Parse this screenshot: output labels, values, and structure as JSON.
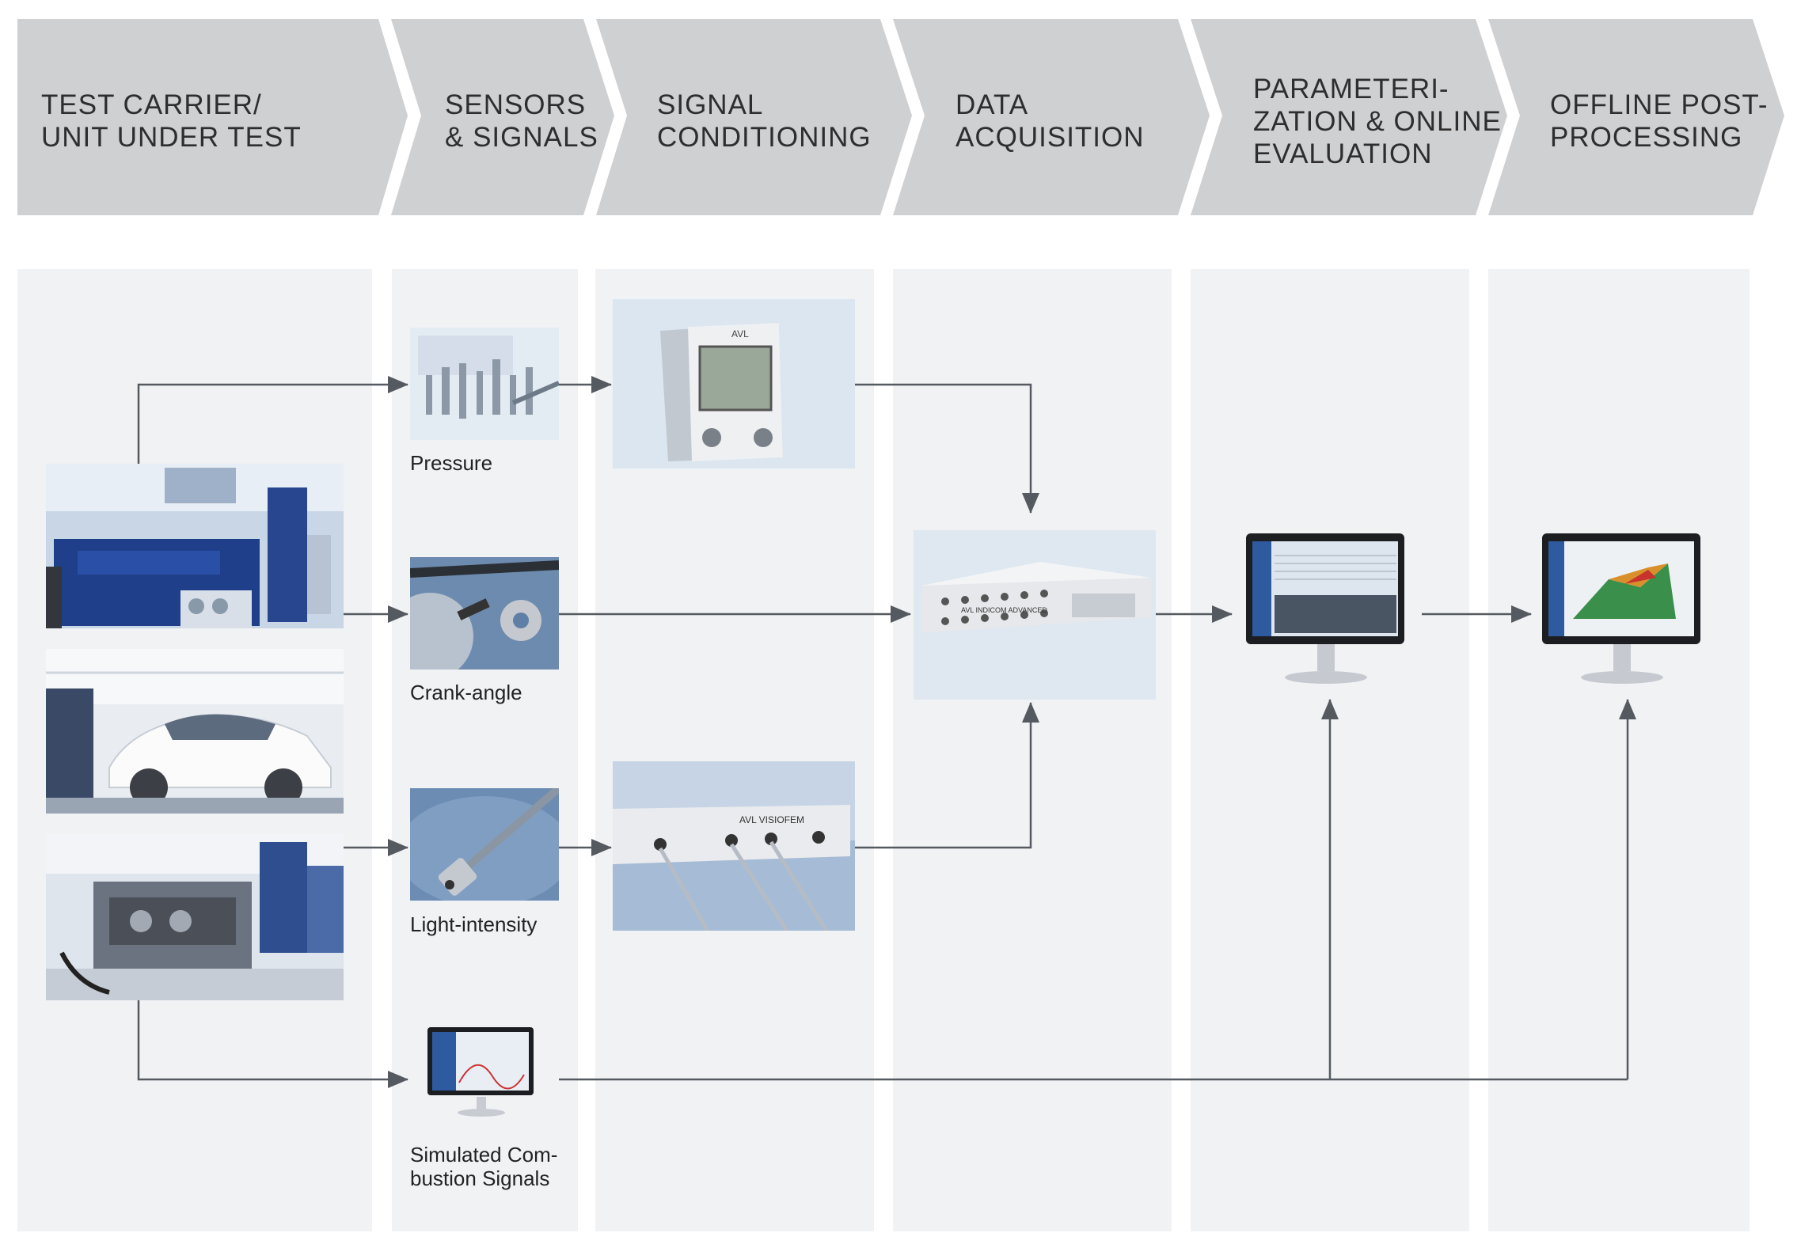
{
  "stages": [
    {
      "id": "test-carrier",
      "label": "TEST CARRIER/\nUNIT UNDER TEST"
    },
    {
      "id": "sensors",
      "label": "SENSORS\n& SIGNALS"
    },
    {
      "id": "signal-conditioning",
      "label": "SIGNAL\nCONDITIONING"
    },
    {
      "id": "data-acquisition",
      "label": "DATA\nACQUISITION"
    },
    {
      "id": "parameterization",
      "label": "PARAMETERI-\nZATION & ONLINE\nEVALUATION"
    },
    {
      "id": "offline",
      "label": "OFFLINE POST-\nPROCESSING"
    }
  ],
  "sensors": {
    "pressure": "Pressure",
    "crank_angle": "Crank-angle",
    "light_intensity": "Light-intensity",
    "simulated": "Simulated Com-\nbustion Signals"
  },
  "device_labels": {
    "amplifier_brand": "AVL",
    "daq_brand": "AVL INDICOM ADVANCED",
    "visio_brand": "AVL VISIOFEM"
  },
  "colors": {
    "header_chevron": "#cfd0d2",
    "column_bg": "#f0f2f4",
    "arrow": "#555a60",
    "header_text": "#2e2e2e"
  }
}
